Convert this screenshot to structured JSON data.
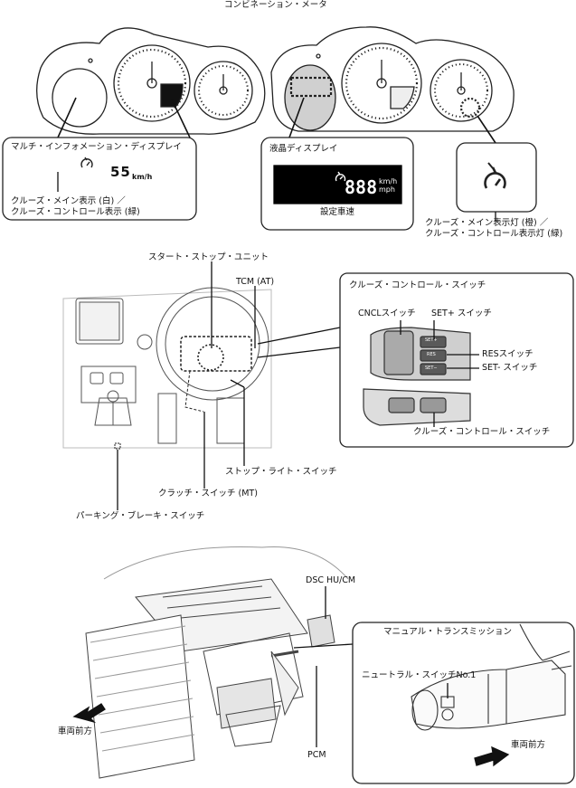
{
  "title": "コンビネーション・メータ",
  "meter": {
    "mid_label": "マルチ・インフォメーション・ディスプレイ",
    "mid_speed": "55",
    "mid_unit": "km/h",
    "mid_caption_line1": "クルーズ・メイン表示 (白) ／",
    "mid_caption_line2": "クルーズ・コントロール表示 (緑)",
    "lcd_label": "液晶ディスプレイ",
    "lcd_digits": "888",
    "lcd_unit_top": "km/h",
    "lcd_unit_bottom": "mph",
    "lcd_caption": "設定車速",
    "lamp_caption_line1": "クルーズ・メイン表示灯 (橙) ／",
    "lamp_caption_line2": "クルーズ・コントロール表示灯 (緑)"
  },
  "cockpit": {
    "start_stop": "スタート・ストップ・ユニット",
    "tcm": "TCM (AT)",
    "stop_light": "ストップ・ライト・スイッチ",
    "clutch": "クラッチ・スイッチ (MT)",
    "parking_brake": "パーキング・ブレーキ・スイッチ"
  },
  "switch_box": {
    "title": "クルーズ・コントロール・スイッチ",
    "cncl": "CNCLスイッチ",
    "set_plus": "SET+ スイッチ",
    "res": "RESスイッチ",
    "set_minus": "SET- スイッチ",
    "bottom": "クルーズ・コントロール・スイッチ",
    "btn_set_plus": "SET+",
    "btn_res": "RES",
    "btn_set_minus": "SET−"
  },
  "engine": {
    "dsc": "DSC HU/CM",
    "front_left": "車両前方",
    "pcm": "PCM"
  },
  "transmission_box": {
    "title": "マニュアル・トランスミッション",
    "neutral": "ニュートラル・スイッチNo.1",
    "front": "車両前方"
  }
}
